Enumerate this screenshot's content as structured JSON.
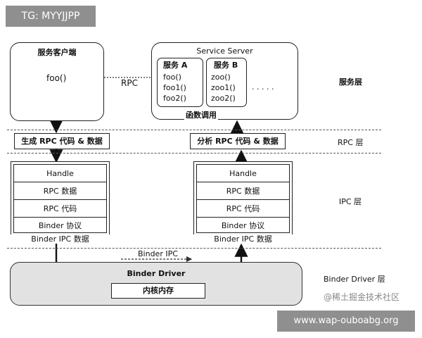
{
  "watermark_top": "TG: MYYJJPP",
  "watermark_bottom": "www.wap-ouboabg.org",
  "watermark_mid": "@稀土掘金技术社区",
  "client": {
    "title": "服务客户端",
    "call": "foo()"
  },
  "rpc_label": "RPC",
  "server": {
    "title": "Service Server",
    "service_a": {
      "title": "服务 A",
      "items": [
        "foo()",
        "foo1()",
        "foo2()"
      ]
    },
    "service_b": {
      "title": "服务 B",
      "items": [
        "zoo()",
        "zoo1()",
        "zoo2()"
      ]
    },
    "ellipsis": ". . . . .",
    "func_call": "函数调用"
  },
  "gen_box": "生成 RPC 代码 & 数据",
  "parse_box": "分析 RPC 代码 & 数据",
  "ipc_stack": {
    "cells": [
      "Handle",
      "RPC 数据",
      "RPC 代码",
      "Binder 协议"
    ],
    "caption": "Binder IPC 数据"
  },
  "binder_ipc_label": "Binder IPC",
  "driver": {
    "title": "Binder Driver",
    "kernel": "内核内存"
  },
  "layers": {
    "service": "服务层",
    "rpc": "RPC 层",
    "ipc": "IPC 层",
    "driver": "Binder Driver 层"
  }
}
